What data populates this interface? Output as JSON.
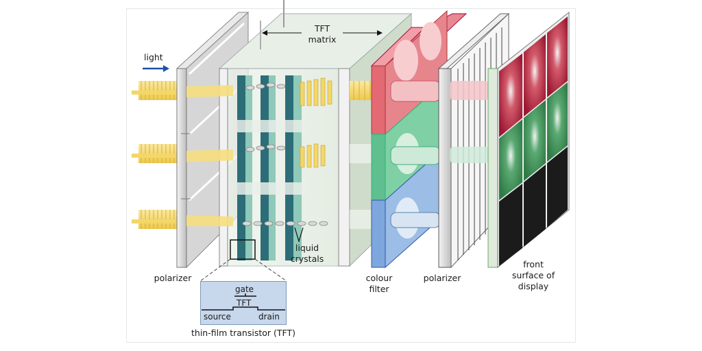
{
  "labels": {
    "light": "light",
    "tft_matrix_line1": "TFT",
    "tft_matrix_line2": "matrix",
    "polarizer_left": "polarizer",
    "liquid_crystals_line1": "liquid",
    "liquid_crystals_line2": "crystals",
    "colour_filter_line1": "colour",
    "colour_filter_line2": "filter",
    "polarizer_right": "polarizer",
    "front_surface_line1": "front",
    "front_surface_line2": "surface of",
    "front_surface_line3": "display",
    "thin_film_transistor": "thin-film transistor (TFT)"
  },
  "inset": {
    "gate": "gate",
    "tft": "TFT",
    "source": "source",
    "drain": "drain"
  },
  "colors": {
    "light_arrow": "#1f4fa8",
    "light_beam": "#f5d86a",
    "filter_red": "#e36a73",
    "filter_green": "#5fbf8e",
    "filter_blue": "#7ea7dd",
    "display_red": "#b0233a",
    "display_green": "#3c8f56",
    "display_black": "#1b1b1b",
    "inset_bg": "#c7d7ec"
  }
}
